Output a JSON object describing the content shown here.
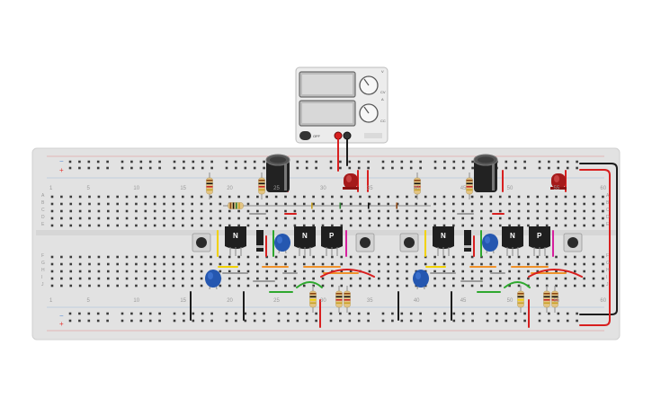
{
  "power_supply": {
    "switch_label": "OFF",
    "knob_labels": [
      "CV",
      "CC"
    ],
    "display_labels": [
      "V",
      "A"
    ]
  },
  "breadboard": {
    "column_numbers": [
      "1",
      "5",
      "10",
      "15",
      "20",
      "25",
      "30",
      "35",
      "40",
      "45",
      "50",
      "55",
      "60"
    ],
    "row_letters_top": [
      "A",
      "B",
      "C",
      "D",
      "E"
    ],
    "row_letters_bottom": [
      "F",
      "G",
      "H",
      "I",
      "J"
    ],
    "rail_minus": "−",
    "rail_plus": "+"
  },
  "transistor_labels": [
    "N",
    "N",
    "P",
    "N",
    "N",
    "P"
  ],
  "colors": {
    "board": "#e2e2e2",
    "rail_red": "#e53935",
    "rail_blue": "#5c8fd6",
    "wire_red": "#d81f1f",
    "wire_black": "#1c1c1c",
    "wire_yellow": "#f2d200",
    "wire_green": "#2ea82e",
    "wire_orange": "#f0922a",
    "wire_magenta": "#d61f9e",
    "wire_grey": "#9c9c9c",
    "led_red": "#a51a1a",
    "capacitor_blue": "#2557b0",
    "electrolytic": "#222222"
  }
}
